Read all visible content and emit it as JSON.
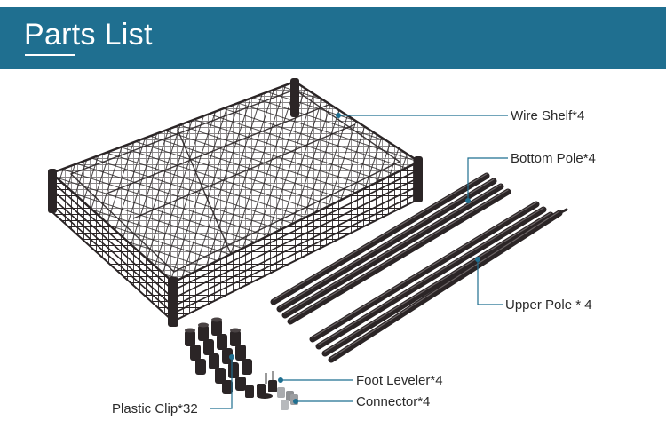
{
  "header": {
    "title": "Parts List"
  },
  "parts": {
    "wire_shelf": "Wire Shelf*4",
    "bottom_pole": "Bottom Pole*4",
    "upper_pole": "Upper Pole * 4",
    "foot_leveler": "Foot Leveler*4",
    "connector": "Connector*4",
    "plastic_clip": "Plastic Clip*32"
  },
  "colors": {
    "header_bg": "#1f6f90",
    "header_text": "#ffffff",
    "leader_line": "#1f6f90",
    "label_text": "#2a2a2a",
    "product": "#2b2526"
  }
}
